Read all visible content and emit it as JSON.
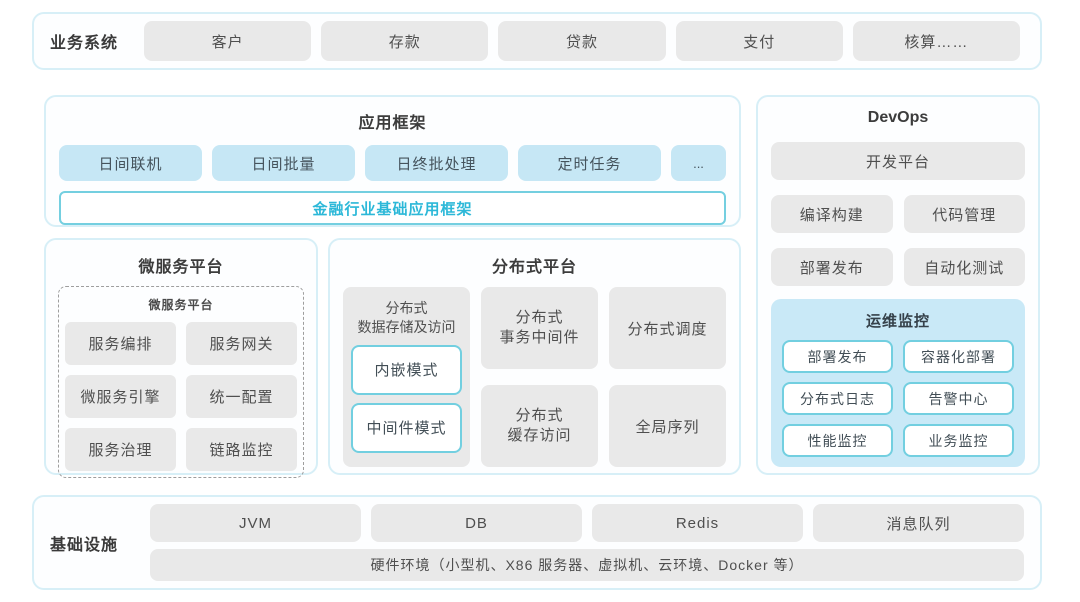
{
  "colors": {
    "panel_border": "#d7eff7",
    "gray_box": "#e9e9e9",
    "blue_box": "#c6e7f5",
    "cyan_border": "#72cfe0",
    "teal_text": "#2cb8d8",
    "monitor_bg": "#c9e9f7"
  },
  "business": {
    "label": "业务系统",
    "items": [
      "客户",
      "存款",
      "贷款",
      "支付",
      "核算……"
    ]
  },
  "app_framework": {
    "title": "应用框架",
    "items": [
      "日间联机",
      "日间批量",
      "日终批处理",
      "定时任务",
      "..."
    ],
    "base": "金融行业基础应用框架"
  },
  "devops": {
    "title": "DevOps",
    "platform": "开发平台",
    "items": [
      "编译构建",
      "代码管理",
      "部署发布",
      "自动化测试"
    ],
    "monitor": {
      "title": "运维监控",
      "items": [
        "部署发布",
        "容器化部署",
        "分布式日志",
        "告警中心",
        "性能监控",
        "业务监控"
      ]
    }
  },
  "microservice": {
    "title": "微服务平台",
    "inner_title": "微服务平台",
    "items": [
      "服务编排",
      "服务网关",
      "微服务引擎",
      "统一配置",
      "服务治理",
      "链路监控"
    ]
  },
  "distributed": {
    "title": "分布式平台",
    "storage": {
      "label": "分布式\n数据存储及访问",
      "modes": [
        "内嵌模式",
        "中间件模式"
      ]
    },
    "cells": [
      "分布式\n事务中间件",
      "分布式调度",
      "分布式\n缓存访问",
      "全局序列"
    ]
  },
  "infrastructure": {
    "label": "基础设施",
    "items": [
      "JVM",
      "DB",
      "Redis",
      "消息队列"
    ],
    "hardware": "硬件环境（小型机、X86 服务器、虚拟机、云环境、Docker 等）"
  }
}
